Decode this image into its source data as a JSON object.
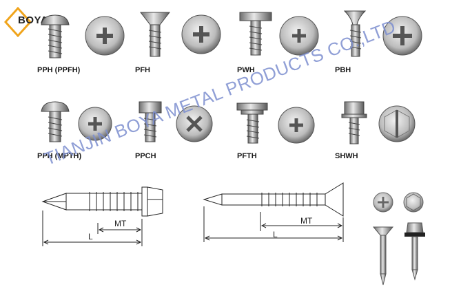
{
  "brand": {
    "name": "BOYA",
    "accent": "#f0a41c"
  },
  "screws": [
    {
      "label": "PPH (PPFH)",
      "head": "pan",
      "drive": "phillips"
    },
    {
      "label": "PFH",
      "head": "flat",
      "drive": "phillips"
    },
    {
      "label": "PWH",
      "head": "wafer",
      "drive": "phillips"
    },
    {
      "label": "PBH",
      "head": "bugle",
      "drive": "phillips"
    },
    {
      "label": "PPH (MPTH)",
      "head": "modified-pan",
      "drive": "phillips"
    },
    {
      "label": "PPCH",
      "head": "cheese",
      "drive": "phillips"
    },
    {
      "label": "PFTH",
      "head": "flange",
      "drive": "phillips"
    },
    {
      "label": "SHWH",
      "head": "hex-washer",
      "drive": "slotted"
    }
  ],
  "watermark": "TIANJIN BOYA METAL PRODUCTS CO.,LTD",
  "drawings": {
    "hex_screw": {
      "mt_label": "MT",
      "l_label": "L"
    },
    "flat_screw": {
      "mt_label": "MT",
      "l_label": "L"
    }
  }
}
